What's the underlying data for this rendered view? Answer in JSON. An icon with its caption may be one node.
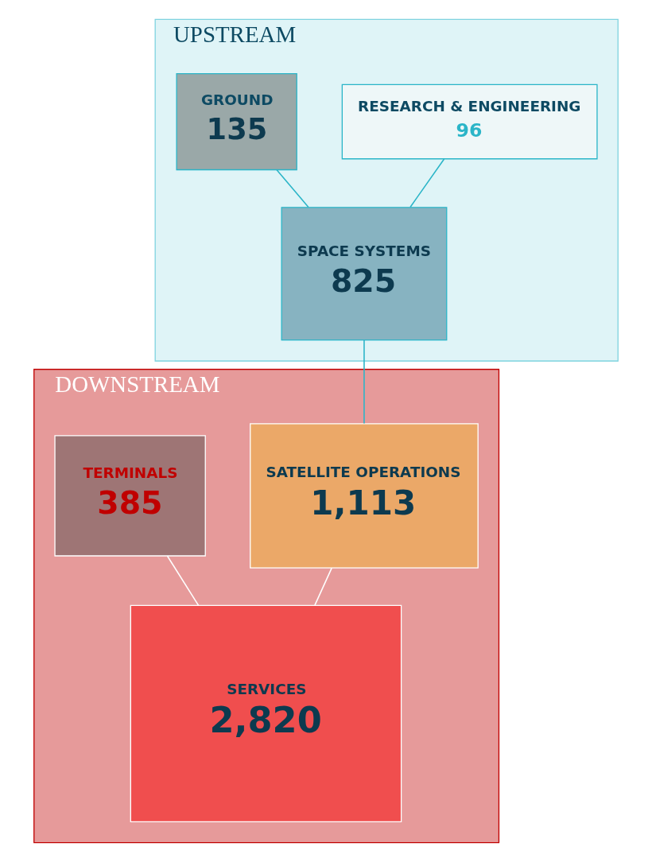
{
  "diagram": {
    "nodes": [
      {
        "text": [
          "UPSTREAM"
        ]
      },
      {
        "text": [
          "RESEARCH & ENGINEERING",
          "96"
        ],
        "in": 0
      },
      {
        "text": [
          "SPACE SYSTEMS",
          "825"
        ],
        "in": 0
      },
      {
        "text": [
          "GROUND",
          "135"
        ],
        "in": 0
      },
      {
        "text": [
          "DOWNSTREAM"
        ]
      },
      {
        "text": [
          "SATELLITE OPERATIONS",
          "1,113"
        ],
        "in": 4
      },
      {
        "text": [
          "TERMINALS",
          "385"
        ],
        "in": 4
      },
      {
        "text": [
          "SERVICES",
          "2,820"
        ],
        "in": 4
      }
    ],
    "edges": [
      {
        "from": 1,
        "to": 2,
        "arrow": "none"
      },
      {
        "from": 3,
        "to": 2,
        "arrow": "none"
      },
      {
        "from": 2,
        "to": 5,
        "arrow": "none"
      },
      {
        "from": 6,
        "to": 7,
        "arrow": "none",
        "color": "#ffffff"
      },
      {
        "from": 5,
        "to": 7,
        "arrow": "none",
        "color": "#ffffff"
      }
    ]
  }
}
